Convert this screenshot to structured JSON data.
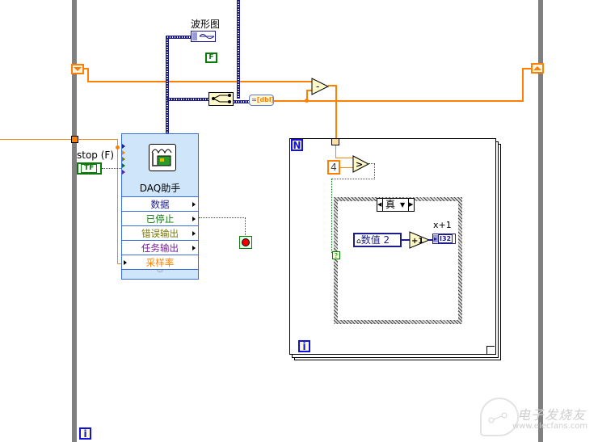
{
  "diagram": {
    "waveform_chart": {
      "label": "波形图",
      "icon": "waveform-chart-terminal-icon"
    },
    "boolean_constant": {
      "value": "F"
    },
    "stop_control": {
      "label": "stop (F)",
      "value": "TF"
    },
    "daq_assistant": {
      "title": "DAQ助手",
      "outputs": [
        {
          "label": "数据",
          "color": "#1e1e90"
        },
        {
          "label": "已停止",
          "color": "#0a7a0a"
        },
        {
          "label": "错误输出",
          "color": "#7a7a00"
        },
        {
          "label": "任务输出",
          "color": "#7a1a9a"
        },
        {
          "label": "采样率",
          "color": "#ff8000"
        }
      ],
      "expand_icon": "expand-chevron-icon"
    },
    "waveform_convert": {
      "label": "[dbl]"
    },
    "subtract_node": {
      "symbol": "-"
    },
    "greater_node": {
      "symbol": ">"
    },
    "numeric_constant": {
      "value": "4"
    },
    "for_loop": {
      "count_terminal": "N",
      "iteration_terminal": "i"
    },
    "case_structure": {
      "selector_value": "真",
      "selector_terminal": "?"
    },
    "local_variable": {
      "label": "数值 2"
    },
    "increment_node": {
      "symbol": "+1"
    },
    "indicator": {
      "label": "x+1",
      "type": "I32"
    },
    "while_loop": {
      "iteration_terminal": "i"
    },
    "watermark": {
      "brand": "电子发烧友",
      "url": "www.elecfans.com"
    }
  },
  "colors": {
    "loop_border": "#808080",
    "wire_numeric": "#ff8000",
    "wire_waveform": "#1c1c8c",
    "wire_boolean": "#0a7a0a",
    "daq_bg": "#cfe6fa",
    "terminal_blue": "#1010e0"
  }
}
